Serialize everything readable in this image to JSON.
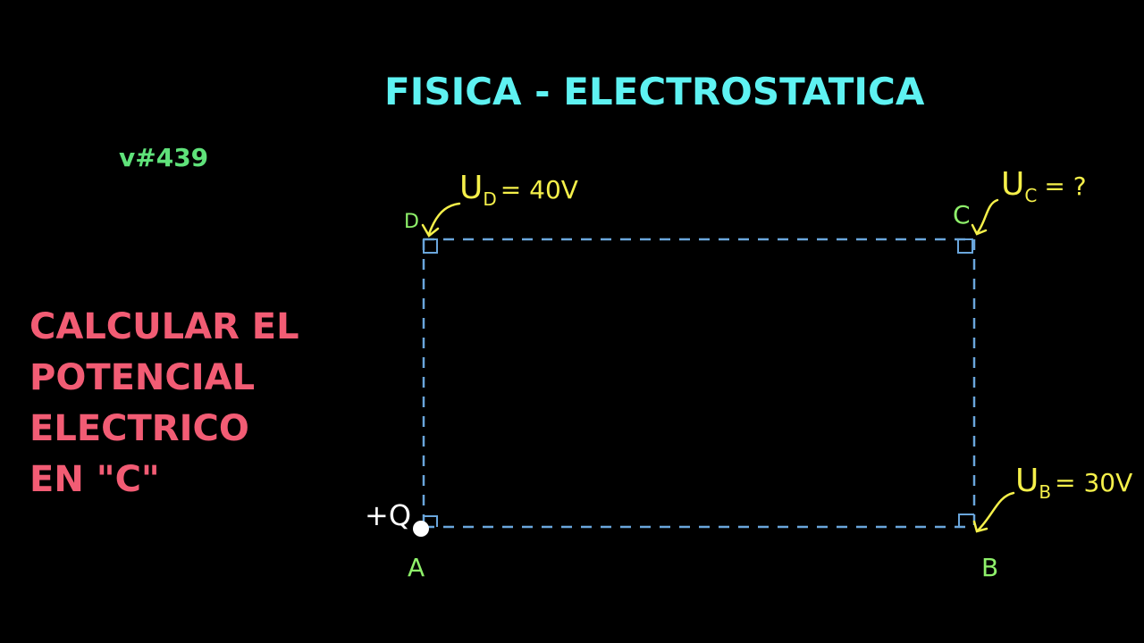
{
  "header": {
    "title": "FISICA - ELECTROSTATICA",
    "code": "v#439"
  },
  "task": {
    "lines": [
      "CALCULAR EL",
      "POTENCIAL",
      "ELECTRICO",
      "EN \"C\""
    ]
  },
  "diagram": {
    "vertices": {
      "A": "A",
      "B": "B",
      "C": "C",
      "D": "D"
    },
    "charge_label": "+Q",
    "annotations": {
      "D": {
        "symbol": "U",
        "subscript": "D",
        "rest": "= 40V"
      },
      "C": {
        "symbol": "U",
        "subscript": "C",
        "rest": "= ?"
      },
      "B": {
        "symbol": "U",
        "subscript": "B",
        "rest": "= 30V"
      }
    },
    "colors": {
      "title": "#5ef2f2",
      "code": "#5fe27a",
      "task": "#f25c74",
      "rectangle": "#6aa6dc",
      "vertex_labels": "#8ef06a",
      "annotations": "#f5f04a",
      "charge": "#ffffff"
    }
  }
}
